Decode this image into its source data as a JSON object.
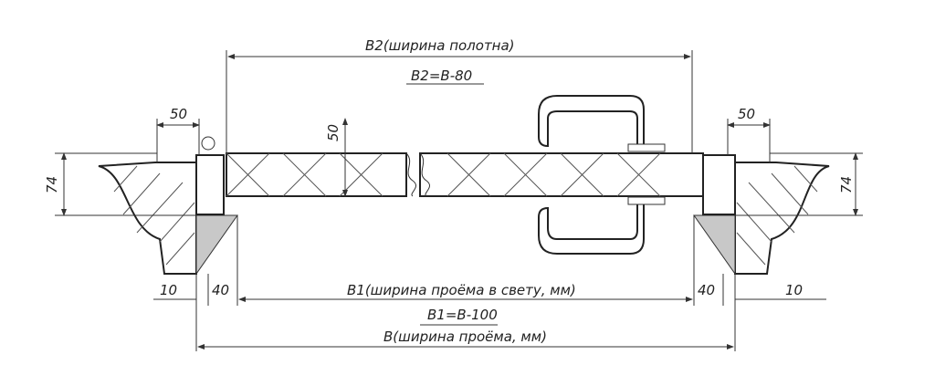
{
  "labels": {
    "b2_title": "В2(ширина полотна)",
    "b2_formula": "В2=В-80",
    "left_width": "50",
    "right_width": "50",
    "leaf_thickness": "50",
    "left_height": "74",
    "right_height": "74",
    "left_offset": "10",
    "left_gap": "40",
    "right_gap": "40",
    "right_offset": "10",
    "b1_title": "В1(ширина проёма в свету, мм)",
    "b1_formula": "В1=В-100",
    "b_title": "В(ширина проёма, мм)"
  }
}
